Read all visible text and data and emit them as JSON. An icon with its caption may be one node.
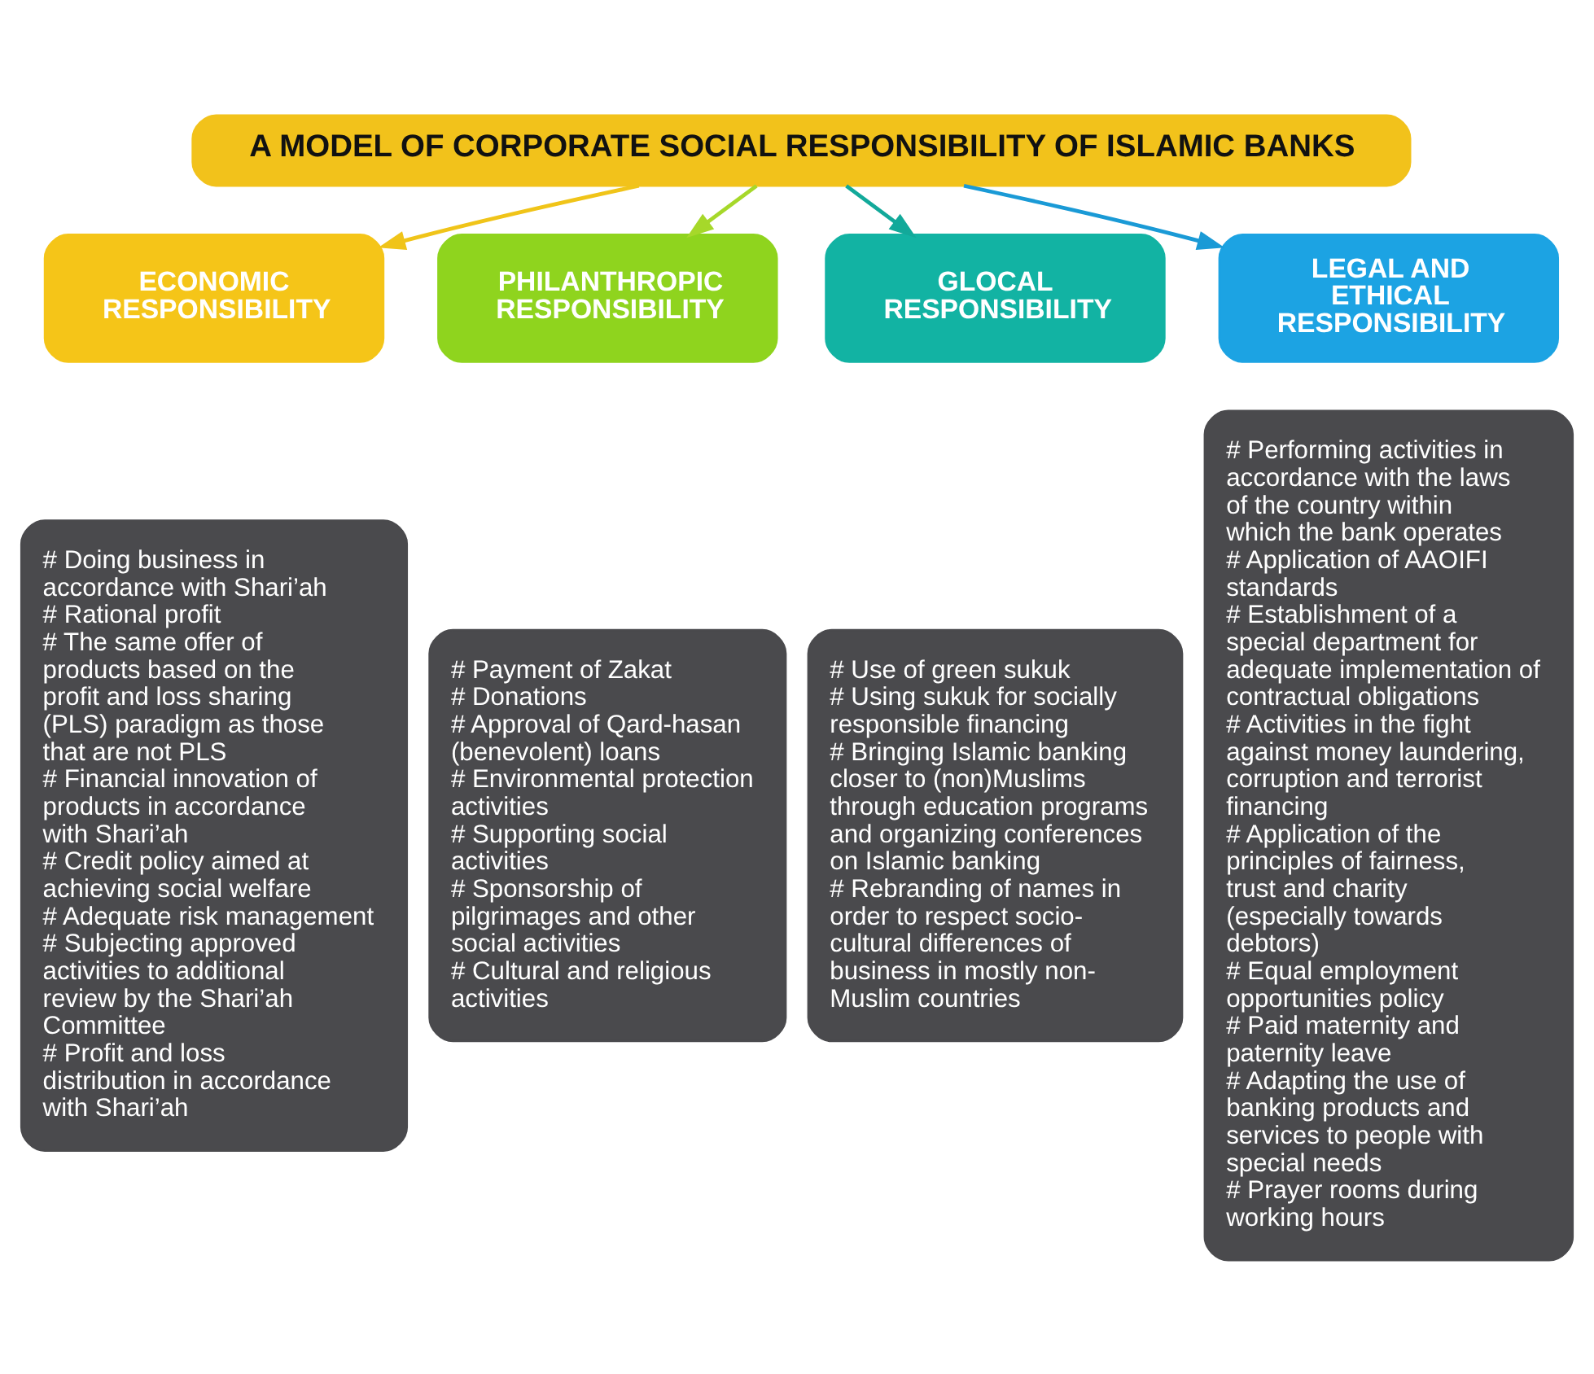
{
  "diagram": {
    "nodes": [
      {
        "text": [
          "A MODEL OF CORPORATE SOCIAL RESPONSIBILITY OF ISLAMIC BANKS"
        ]
      },
      {
        "text": [
          "ECONOMIC RESPONSIBILITY"
        ]
      },
      {
        "text": [
          "PHILANTHROPIC RESPONSIBILITY"
        ]
      },
      {
        "text": [
          "GLOCAL RESPONSIBILITY"
        ]
      },
      {
        "text": [
          "LEGAL AND ETHICAL RESPONSIBILITY"
        ]
      },
      {
        "text": [
          "# Doing business in accordance with Shari’ah",
          "# Rational profit",
          "# The same offer of products based on the profit and loss sharing (PLS) paradigm as those that are not PLS",
          "# Financial innovation of products in accordance with Shari’ah",
          "# Credit policy aimed at achieving social welfare",
          "# Adequate risk management",
          "# Subjecting approved activities to additional review by the Shari’ah Committee",
          "# Profit and loss distribution in accordance with Shari’ah"
        ]
      },
      {
        "text": [
          "# Payment of Zakat",
          "# Donations",
          "# Approval of Qard-hasan (benevolent) loans",
          "# Environmental protection activities",
          "# Supporting social activities",
          "# Sponsorship of pilgrimages and other social activities",
          "# Cultural and religious activities"
        ]
      },
      {
        "text": [
          "# Use of green sukuk",
          "# Using sukuk for socially responsible financing",
          "# Bringing Islamic banking closer to (non)Muslims through education programs and organizing conferences on Islamic banking",
          "# Rebranding of names in order to respect socio-cultural differences of business in mostly non-Muslim countries"
        ]
      },
      {
        "text": [
          "# Performing activities in accordance with the laws of the country within which the bank operates",
          "# Application of AAOIFI standards",
          "# Establishment of a special department for adequate implementation of contractual obligations",
          "# Activities in the fight against money laundering, corruption and terrorist financing",
          "# Application of the principles of fairness, trust and charity (especially towards debtors)",
          "# Equal employment opportunities policy",
          "# Paid maternity and paternity leave",
          "# Adapting the use of banking products and services to people with special needs",
          "# Prayer rooms during working hours"
        ]
      }
    ],
    "edges": [
      {
        "from": 0,
        "to": 1,
        "arrow": "to",
        "color": "#f0c419"
      },
      {
        "from": 0,
        "to": 2,
        "arrow": "to",
        "color": "#a6d82a"
      },
      {
        "from": 0,
        "to": 3,
        "arrow": "to",
        "color": "#12a99a"
      },
      {
        "from": 0,
        "to": 4,
        "arrow": "to",
        "color": "#1a9ad6"
      }
    ]
  }
}
